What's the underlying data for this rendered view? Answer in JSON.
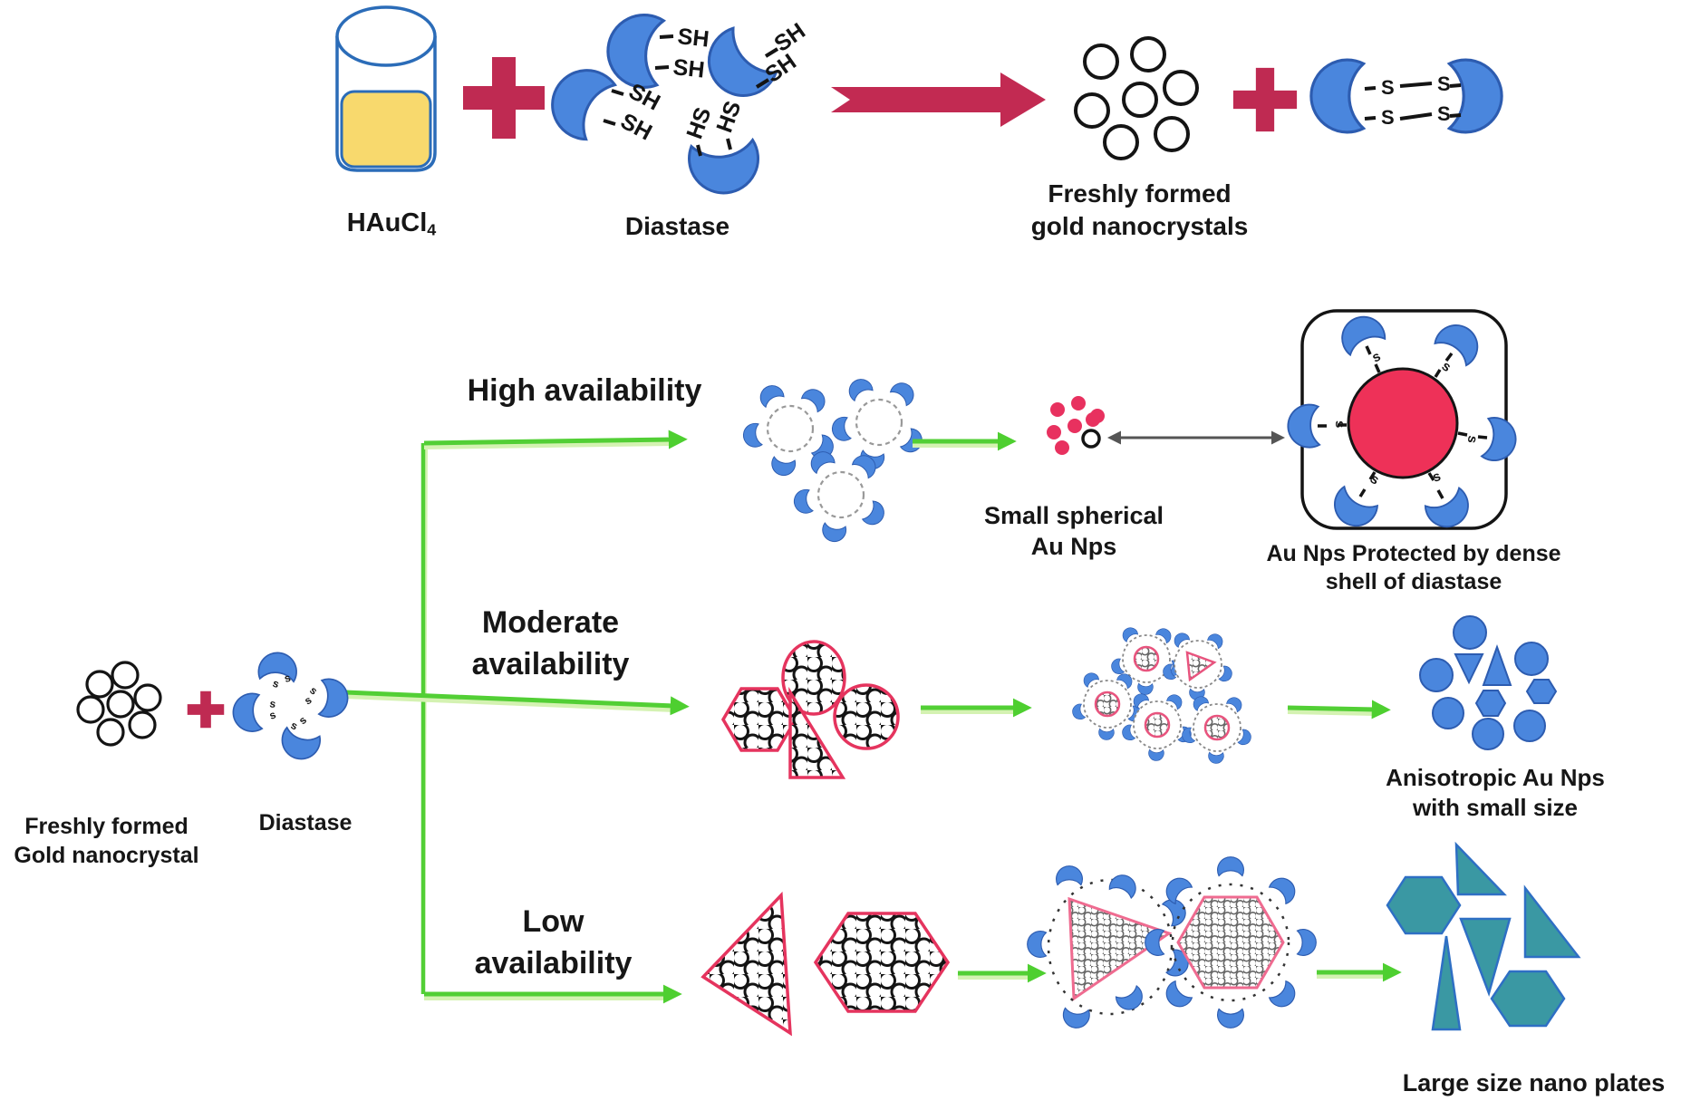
{
  "colors": {
    "crimson": "#bf2a52",
    "green_arrow": "#52cf35",
    "green_pale": "#d4f2b2",
    "crescent_blue": "#4a86dd",
    "crescent_blue_dark": "#2d5cb0",
    "teal_plate": "#3a98a3",
    "pink_np": "#e8315f",
    "red_np_core": "#ee3158",
    "shape_outline_red": "#e5345e",
    "beaker_yellow": "#f8d96d",
    "beaker_blue": "#2b6cb8",
    "black_outline": "#141414",
    "gray_arrow": "#555555"
  },
  "stage1": {
    "reactant_formula_base": "HAuCl",
    "reactant_formula_sub": "4",
    "reactant2_label": "Diastase",
    "product_label_line1": "Freshly formed",
    "product_label_line2": "gold nanocrystals"
  },
  "stage2": {
    "reactant_label_line1": "Freshly formed",
    "reactant_label_line2": "Gold nanocrystal",
    "reactant2_label": "Diastase",
    "high": {
      "label": "High availability",
      "product_line1": "Small spherical",
      "product_line2": "Au Nps",
      "protected_line1": "Au Nps Protected by dense",
      "protected_line2": "shell of diastase"
    },
    "moderate": {
      "label_line1": "Moderate",
      "label_line2": "availability",
      "product_line1": "Anisotropic Au Nps",
      "product_line2": "with small size"
    },
    "low": {
      "label_line1": "Low",
      "label_line2": "availability",
      "product_label": "Large size nano plates"
    }
  },
  "glyphs": {
    "sh": "SH",
    "hs": "HS",
    "s": "S",
    "s_small": "s"
  }
}
